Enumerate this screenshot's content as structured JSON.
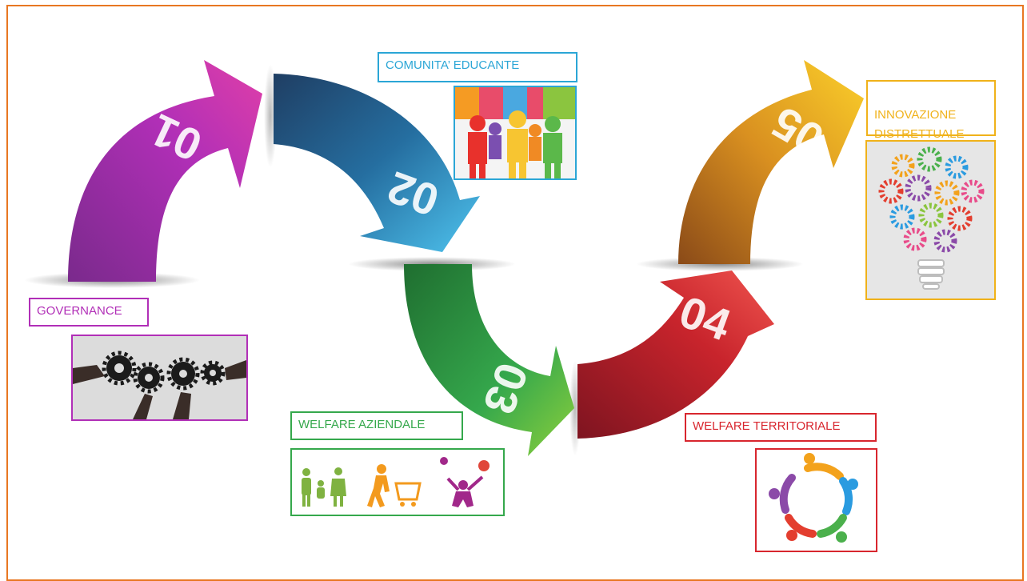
{
  "steps": [
    {
      "number": "01",
      "label": "GOVERNANCE",
      "color": "#b12fb7"
    },
    {
      "number": "02",
      "label": "COMUNITA’ EDUCANTE",
      "color": "#2ba6d6"
    },
    {
      "number": "03",
      "label": "WELFARE AZIENDALE",
      "color": "#35a84c"
    },
    {
      "number": "04",
      "label": "WELFARE TERRITORIALE",
      "color": "#d8262e"
    },
    {
      "number": "05",
      "label": "INNOVAZIONE\nDISTRETTUALE",
      "color": "#f0b21a"
    }
  ],
  "icons": {
    "governance": "gears-hands-icon",
    "comunita": "colorful-people-icon",
    "welfare_aziendale": "family-shopping-celebration-icon",
    "welfare_territoriale": "circle-of-people-icon",
    "innovazione": "gear-lightbulb-icon"
  }
}
